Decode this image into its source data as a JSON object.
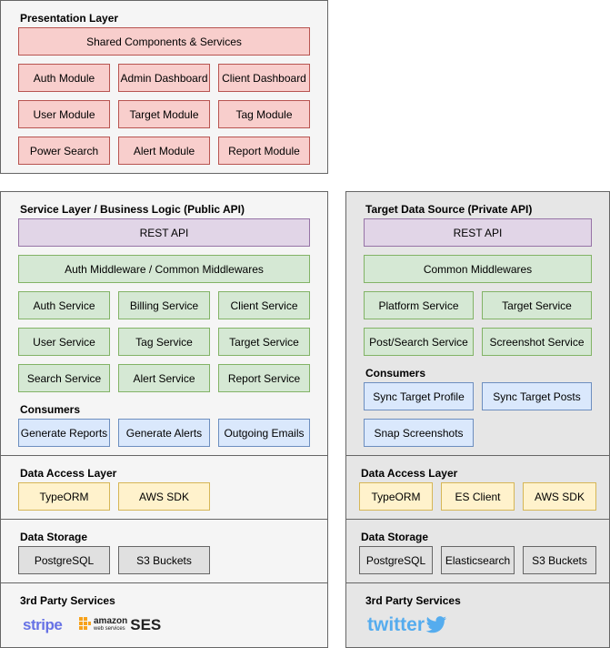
{
  "presentation": {
    "title": "Presentation Layer",
    "shared": "Shared Components & Services",
    "modules": [
      "Auth Module",
      "Admin Dashboard",
      "Client Dashboard",
      "User Module",
      "Target Module",
      "Tag Module",
      "Power Search",
      "Alert Module",
      "Report Module"
    ]
  },
  "service": {
    "title": "Service Layer / Business Logic (Public API)",
    "rest": "REST API",
    "middleware": "Auth Middleware / Common Middlewares",
    "services": [
      "Auth Service",
      "Billing Service",
      "Client Service",
      "User Service",
      "Tag Service",
      "Target Service",
      "Search Service",
      "Alert Service",
      "Report Service"
    ],
    "consumers_title": "Consumers",
    "consumers": [
      "Generate Reports",
      "Generate Alerts",
      "Outgoing Emails"
    ]
  },
  "public_access": {
    "title": "Data Access Layer",
    "items": [
      "TypeORM",
      "AWS SDK"
    ]
  },
  "public_storage": {
    "title": "Data Storage",
    "items": [
      "PostgreSQL",
      "S3 Buckets"
    ]
  },
  "public_third": {
    "title": "3rd Party Services",
    "stripe": "stripe",
    "aws_amazon": "amazon",
    "aws_webservices": "web services",
    "ses": "SES"
  },
  "target": {
    "title": "Target Data Source (Private API)",
    "rest": "REST API",
    "middleware": "Common Middlewares",
    "services": [
      "Platform Service",
      "Target Service",
      "Post/Search Service",
      "Screenshot Service"
    ],
    "consumers_title": "Consumers",
    "consumers": [
      "Sync Target Profile",
      "Sync Target Posts",
      "Snap Screenshots"
    ]
  },
  "private_access": {
    "title": "Data Access Layer",
    "items": [
      "TypeORM",
      "ES Client",
      "AWS SDK"
    ]
  },
  "private_storage": {
    "title": "Data Storage",
    "items": [
      "PostgreSQL",
      "Elasticsearch",
      "S3 Buckets"
    ]
  },
  "private_third": {
    "title": "3rd Party Services",
    "twitter": "twitter"
  },
  "colors": {
    "stripe": "#6772e5",
    "twitter": "#55acee",
    "aws_orange": "#f7a21b"
  },
  "icons": [
    "aws-logo-icon",
    "twitter-bird-icon"
  ]
}
